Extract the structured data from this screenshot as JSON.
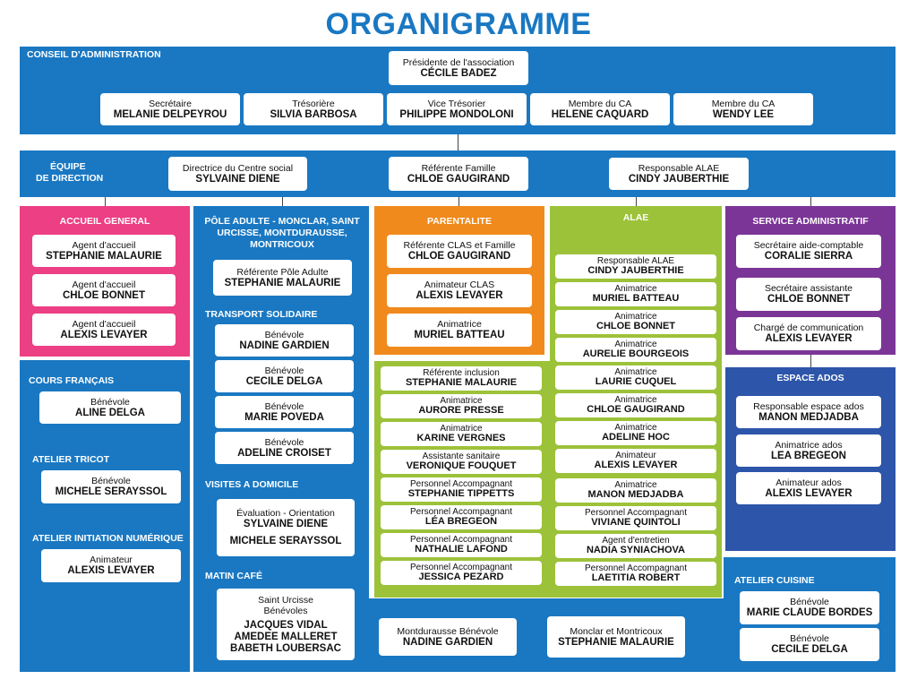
{
  "title": "ORGANIGRAMME",
  "colors": {
    "blue": "#1a78c2",
    "pink": "#ec3f84",
    "orange": "#f08a1c",
    "green": "#9cc23a",
    "purple": "#7b3597",
    "navy": "#2d55a9",
    "title": "#1a78c2"
  },
  "conseil": {
    "label": "CONSEIL D'ADMINISTRATION",
    "president": {
      "role": "Présidente de l'association",
      "name": "CÉCILE BADEZ"
    },
    "members": [
      {
        "role": "Secrétaire",
        "name": "MELANIE DELPEYROU"
      },
      {
        "role": "Trésorière",
        "name": "SILVIA BARBOSA"
      },
      {
        "role": "Vice Trésorier",
        "name": "PHILIPPE MONDOLONI"
      },
      {
        "role": "Membre du CA",
        "name": "HELENE CAQUARD"
      },
      {
        "role": "Membre du CA",
        "name": "WENDY LEE"
      }
    ]
  },
  "direction": {
    "label_line1": "ÉQUIPE",
    "label_line2": "DE DIRECTION",
    "members": [
      {
        "role": "Directrice du Centre social",
        "name": "SYLVAINE DIENE"
      },
      {
        "role": "Référente Famille",
        "name": "CHLOE GAUGIRAND"
      },
      {
        "role": "Responsable ALAE",
        "name": "CINDY JAUBERTHIE"
      }
    ]
  },
  "accueil": {
    "label": "ACCUEIL GENERAL",
    "members": [
      {
        "role": "Agent d'accueil",
        "name": "STEPHANIE MALAURIE"
      },
      {
        "role": "Agent d'accueil",
        "name": "CHLOE BONNET"
      },
      {
        "role": "Agent d'accueil",
        "name": "ALEXIS LEVAYER"
      }
    ]
  },
  "cours": {
    "label": "COURS FRANÇAIS",
    "member": {
      "role": "Bénévole",
      "name": "ALINE DELGA"
    }
  },
  "tricot": {
    "label": "ATELIER TRICOT",
    "member": {
      "role": "Bénévole",
      "name": "MICHELE SERAYSSOL"
    }
  },
  "numerique": {
    "label": "ATELIER INITIATION NUMÉRIQUE",
    "member": {
      "role": "Animateur",
      "name": "ALEXIS LEVAYER"
    }
  },
  "pole": {
    "label": "PÔLE ADULTE - MONCLAR, SAINT URCISSE, MONTDURAUSSE, MONTRICOUX",
    "referente": {
      "role": "Référente Pôle Adulte",
      "name": "STEPHANIE MALAURIE"
    },
    "transport_label": "TRANSPORT SOLIDAIRE",
    "transport": [
      {
        "role": "Bénévole",
        "name": "NADINE GARDIEN"
      },
      {
        "role": "Bénévole",
        "name": "CECILE DELGA"
      },
      {
        "role": "Bénévole",
        "name": "MARIE POVEDA"
      },
      {
        "role": "Bénévole",
        "name": "ADELINE CROISET"
      }
    ],
    "visites_label": "VISITES A DOMICILE",
    "visites": {
      "role": "Évaluation - Orientation",
      "name1": "SYLVAINE DIENE",
      "name2": "MICHELE SERAYSSOL"
    },
    "matin_label": "MATIN CAFÉ",
    "matin": {
      "role1": "Saint Urcisse",
      "role2": "Bénévoles",
      "names": [
        "JACQUES VIDAL",
        "AMEDEE MALLERET",
        "BABETH LOUBERSAC"
      ]
    }
  },
  "parentalite": {
    "label": "PARENTALITE",
    "members": [
      {
        "role": "Référente CLAS et Famille",
        "name": "CHLOE GAUGIRAND"
      },
      {
        "role": "Animateur CLAS",
        "name": "ALEXIS LEVAYER"
      },
      {
        "role": "Animatrice",
        "name": "MURIEL BATTEAU"
      }
    ]
  },
  "inclusion": [
    {
      "role": "Référente inclusion",
      "name": "STEPHANIE MALAURIE"
    },
    {
      "role": "Animatrice",
      "name": "AURORE PRESSE"
    },
    {
      "role": "Animatrice",
      "name": "KARINE VERGNES"
    },
    {
      "role": "Assistante sanitaire",
      "name": "VERONIQUE FOUQUET"
    },
    {
      "role": "Personnel Accompagnant",
      "name": "STEPHANIE TIPPETTS"
    },
    {
      "role": "Personnel Accompagnant",
      "name": "LÉA BREGEON"
    },
    {
      "role": "Personnel Accompagnant",
      "name": "NATHALIE LAFOND"
    },
    {
      "role": "Personnel Accompagnant",
      "name": "JESSICA PEZARD"
    }
  ],
  "alae": {
    "label": "ALAE",
    "members": [
      {
        "role": "Responsable ALAE",
        "name": "CINDY JAUBERTHIE"
      },
      {
        "role": "Animatrice",
        "name": "MURIEL BATTEAU"
      },
      {
        "role": "Animatrice",
        "name": "CHLOE BONNET"
      },
      {
        "role": "Animatrice",
        "name": "AURELIE BOURGEOIS"
      },
      {
        "role": "Animatrice",
        "name": "LAURIE CUQUEL"
      },
      {
        "role": "Animatrice",
        "name": "CHLOE GAUGIRAND"
      },
      {
        "role": "Animatrice",
        "name": "ADELINE HOC"
      },
      {
        "role": "Animateur",
        "name": "ALEXIS LEVAYER"
      },
      {
        "role": "Animatrice",
        "name": "MANON MEDJADBA"
      },
      {
        "role": "Personnel Accompagnant",
        "name": "VIVIANE QUINTOLI"
      },
      {
        "role": "Agent d'entretien",
        "name": "NADIA SYNIACHOVA"
      },
      {
        "role": "Personnel Accompagnant",
        "name": "LAETITIA ROBERT"
      }
    ]
  },
  "admin": {
    "label": "SERVICE ADMINISTRATIF",
    "members": [
      {
        "role": "Secrétaire aide-comptable",
        "name": "CORALIE SIERRA"
      },
      {
        "role": "Secrétaire assistante",
        "name": "CHLOE BONNET"
      },
      {
        "role": "Chargé de communication",
        "name": "ALEXIS LEVAYER"
      }
    ]
  },
  "ados": {
    "label": "ESPACE ADOS",
    "members": [
      {
        "role": "Responsable espace ados",
        "name": "MANON MEDJADBA"
      },
      {
        "role": "Animatrice ados",
        "name": "LEA BREGEON"
      },
      {
        "role": "Animateur ados",
        "name": "ALEXIS LEVAYER"
      }
    ]
  },
  "cuisine": {
    "label": "ATELIER CUISINE",
    "members": [
      {
        "role": "Bénévole",
        "name": "MARIE CLAUDE BORDES"
      },
      {
        "role": "Bénévole",
        "name": "CECILE DELGA"
      }
    ]
  },
  "montdurausse": {
    "role": "Montdurausse Bénévole",
    "name": "NADINE GARDIEN"
  },
  "monclar": {
    "role": "Monclar et Montricoux",
    "name": "STEPHANIE MALAURIE"
  }
}
